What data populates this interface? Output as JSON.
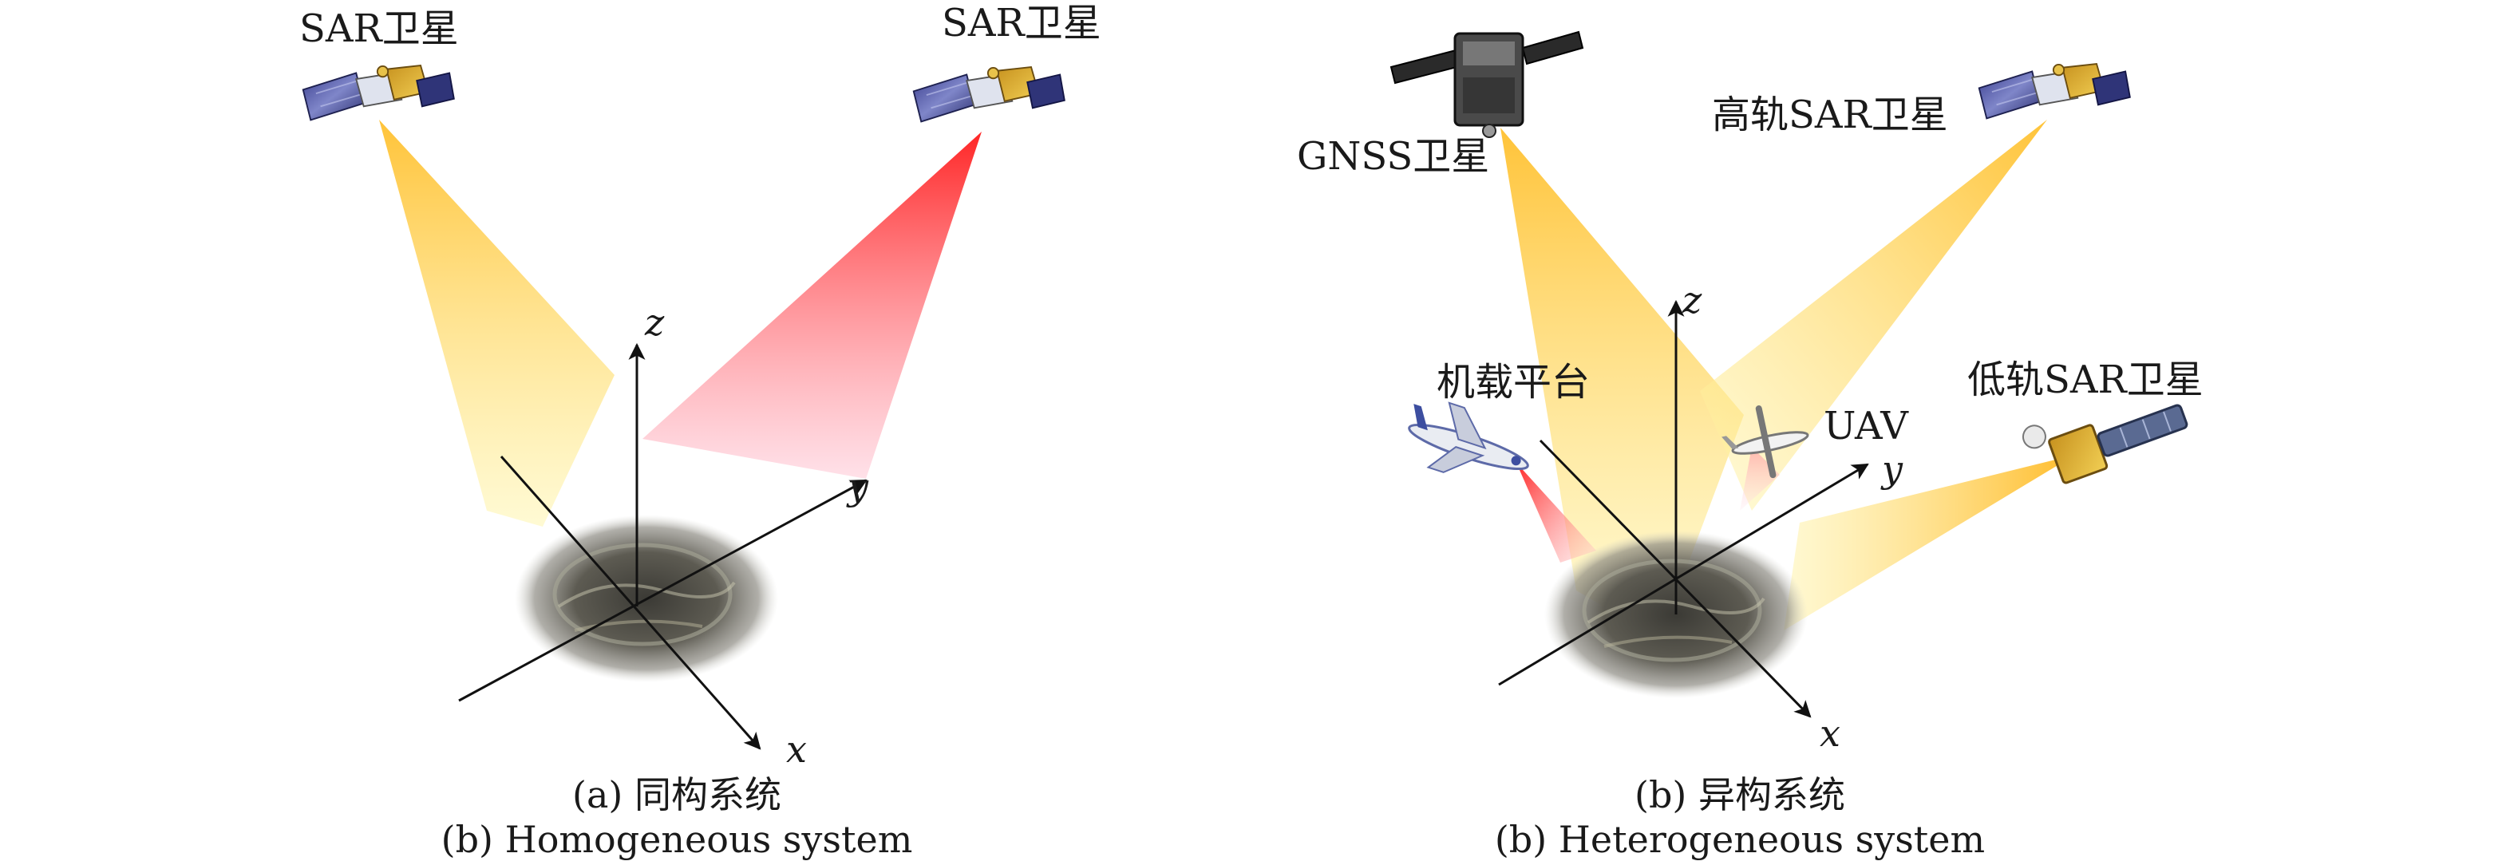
{
  "colors": {
    "beam_yellow": "#ffc93c",
    "beam_red": "#ff2a2a",
    "axis": "#111111",
    "text": "#1a1a1a",
    "background": "#ffffff"
  },
  "panel_a": {
    "sat_left_label": "SAR卫星",
    "sat_right_label": "SAR卫星",
    "axis_x": "x",
    "axis_y": "y",
    "axis_z": "z",
    "caption_cn": "(a) 同构系统",
    "caption_en": "(b) Homogeneous system"
  },
  "panel_b": {
    "gnss_label": "GNSS卫星",
    "geo_sar_label": "高轨SAR卫星",
    "airborne_label": "机载平台",
    "uav_label": "UAV",
    "leo_sar_label": "低轨SAR卫星",
    "axis_x": "x",
    "axis_y": "y",
    "axis_z": "z",
    "caption_cn": "(b) 异构系统",
    "caption_en": "(b) Heterogeneous system"
  },
  "icons": {
    "sar_satellite": "satellite-icon",
    "gnss_satellite": "gnss-satellite-icon",
    "airplane": "airplane-icon",
    "uav": "uav-icon",
    "ground_scene": "city-ground-icon"
  }
}
